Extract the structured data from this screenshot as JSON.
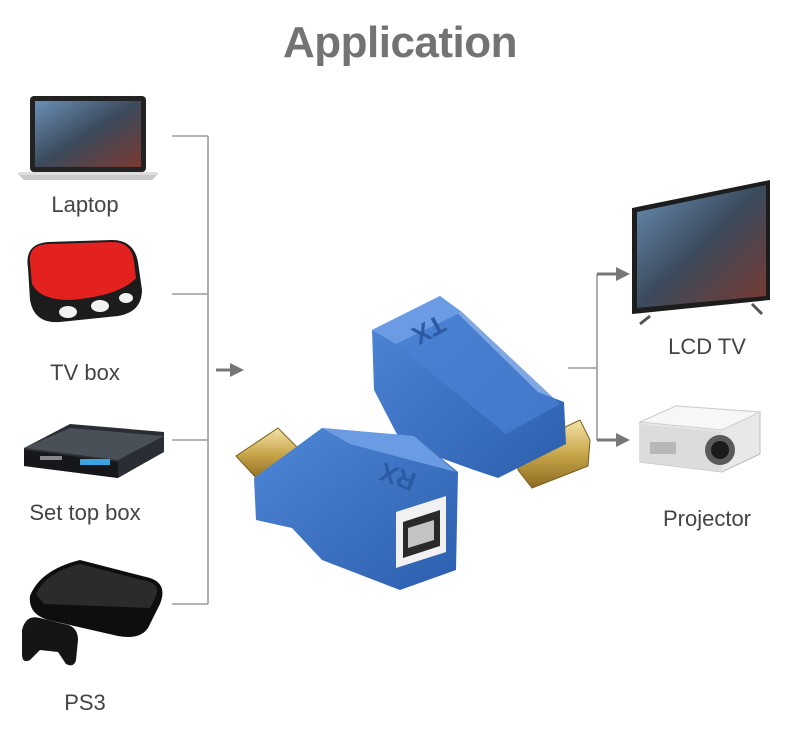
{
  "title": "Application",
  "sources": [
    {
      "label": "Laptop",
      "icon": "laptop-icon"
    },
    {
      "label": "TV box",
      "icon": "tv-box-icon"
    },
    {
      "label": "Set top box",
      "icon": "set-top-box-icon"
    },
    {
      "label": "PS3",
      "icon": "ps3-console-icon"
    }
  ],
  "outputs": [
    {
      "label": "LCD TV",
      "icon": "lcd-tv-icon"
    },
    {
      "label": "Projector",
      "icon": "projector-icon"
    }
  ],
  "device": {
    "tx_label": "TX",
    "rx_label": "RX",
    "color": "#3d74c9"
  },
  "colors": {
    "line": "#9a9a9a",
    "arrow": "#777777",
    "title": "#737373"
  }
}
